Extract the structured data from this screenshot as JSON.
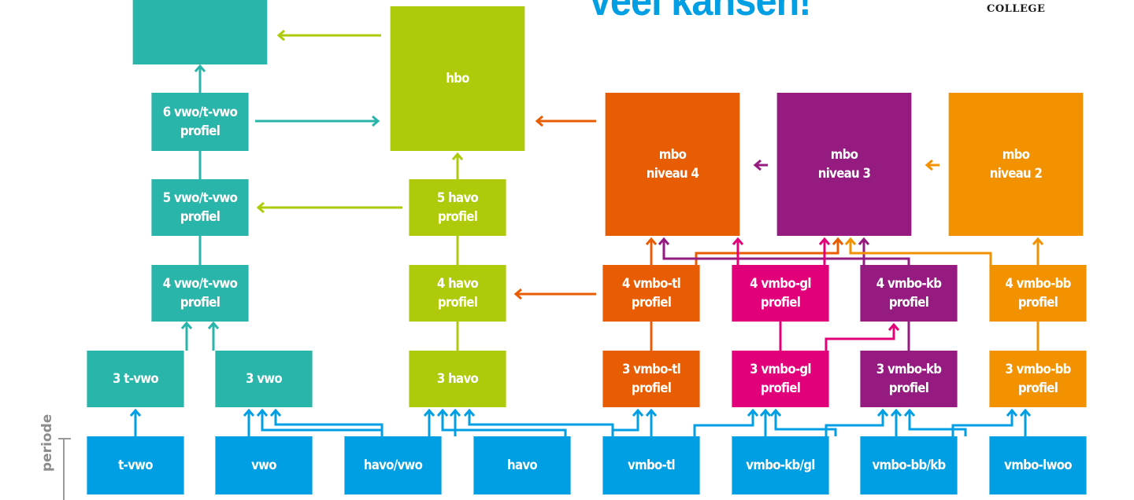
{
  "header": {
    "title": "Veel kansen!",
    "logo_text": "COLLEGE"
  },
  "side_label": "periode",
  "colors": {
    "teal": "#2ab5aa",
    "lime": "#afca0b",
    "orange": "#e85d04",
    "magenta": "#e2007a",
    "purple": "#951b81",
    "amber": "#f39200",
    "blue": "#009fe3"
  },
  "boxes": {
    "wo": {
      "lines": [
        ""
      ]
    },
    "hbo": {
      "lines": [
        "hbo"
      ]
    },
    "mbo4": {
      "lines": [
        "mbo",
        "niveau 4"
      ]
    },
    "mbo3": {
      "lines": [
        "mbo",
        "niveau 3"
      ]
    },
    "mbo2": {
      "lines": [
        "mbo",
        "niveau 2"
      ]
    },
    "vwo6": {
      "lines": [
        "6 vwo/t-vwo",
        "profiel"
      ]
    },
    "vwo5": {
      "lines": [
        "5 vwo/t-vwo",
        "profiel"
      ]
    },
    "vwo4": {
      "lines": [
        "4 vwo/t-vwo",
        "profiel"
      ]
    },
    "tvwo3": {
      "lines": [
        "3 t-vwo"
      ]
    },
    "vwo3": {
      "lines": [
        "3 vwo"
      ]
    },
    "havo5": {
      "lines": [
        "5 havo",
        "profiel"
      ]
    },
    "havo4": {
      "lines": [
        "4 havo",
        "profiel"
      ]
    },
    "havo3": {
      "lines": [
        "3 havo"
      ]
    },
    "tl4": {
      "lines": [
        "4 vmbo-tl",
        "profiel"
      ]
    },
    "gl4": {
      "lines": [
        "4 vmbo-gl",
        "profiel"
      ]
    },
    "kb4": {
      "lines": [
        "4 vmbo-kb",
        "profiel"
      ]
    },
    "bb4": {
      "lines": [
        "4 vmbo-bb",
        "profiel"
      ]
    },
    "tl3": {
      "lines": [
        "3 vmbo-tl",
        "profiel"
      ]
    },
    "gl3": {
      "lines": [
        "3 vmbo-gl",
        "profiel"
      ]
    },
    "kb3": {
      "lines": [
        "3 vmbo-kb",
        "profiel"
      ]
    },
    "bb3": {
      "lines": [
        "3 vmbo-bb",
        "profiel"
      ]
    },
    "p_tvwo": {
      "lines": [
        "t-vwo"
      ]
    },
    "p_vwo": {
      "lines": [
        "vwo"
      ]
    },
    "p_havovwo": {
      "lines": [
        "havo/vwo"
      ]
    },
    "p_havo": {
      "lines": [
        "havo"
      ]
    },
    "p_vmbotl": {
      "lines": [
        "vmbo-tl"
      ]
    },
    "p_vmbokbgl": {
      "lines": [
        "vmbo-kb/gl"
      ]
    },
    "p_vmbobbkb": {
      "lines": [
        "vmbo-bb/kb"
      ]
    },
    "p_vmbolwoo": {
      "lines": [
        "vmbo-lwoo"
      ]
    }
  }
}
